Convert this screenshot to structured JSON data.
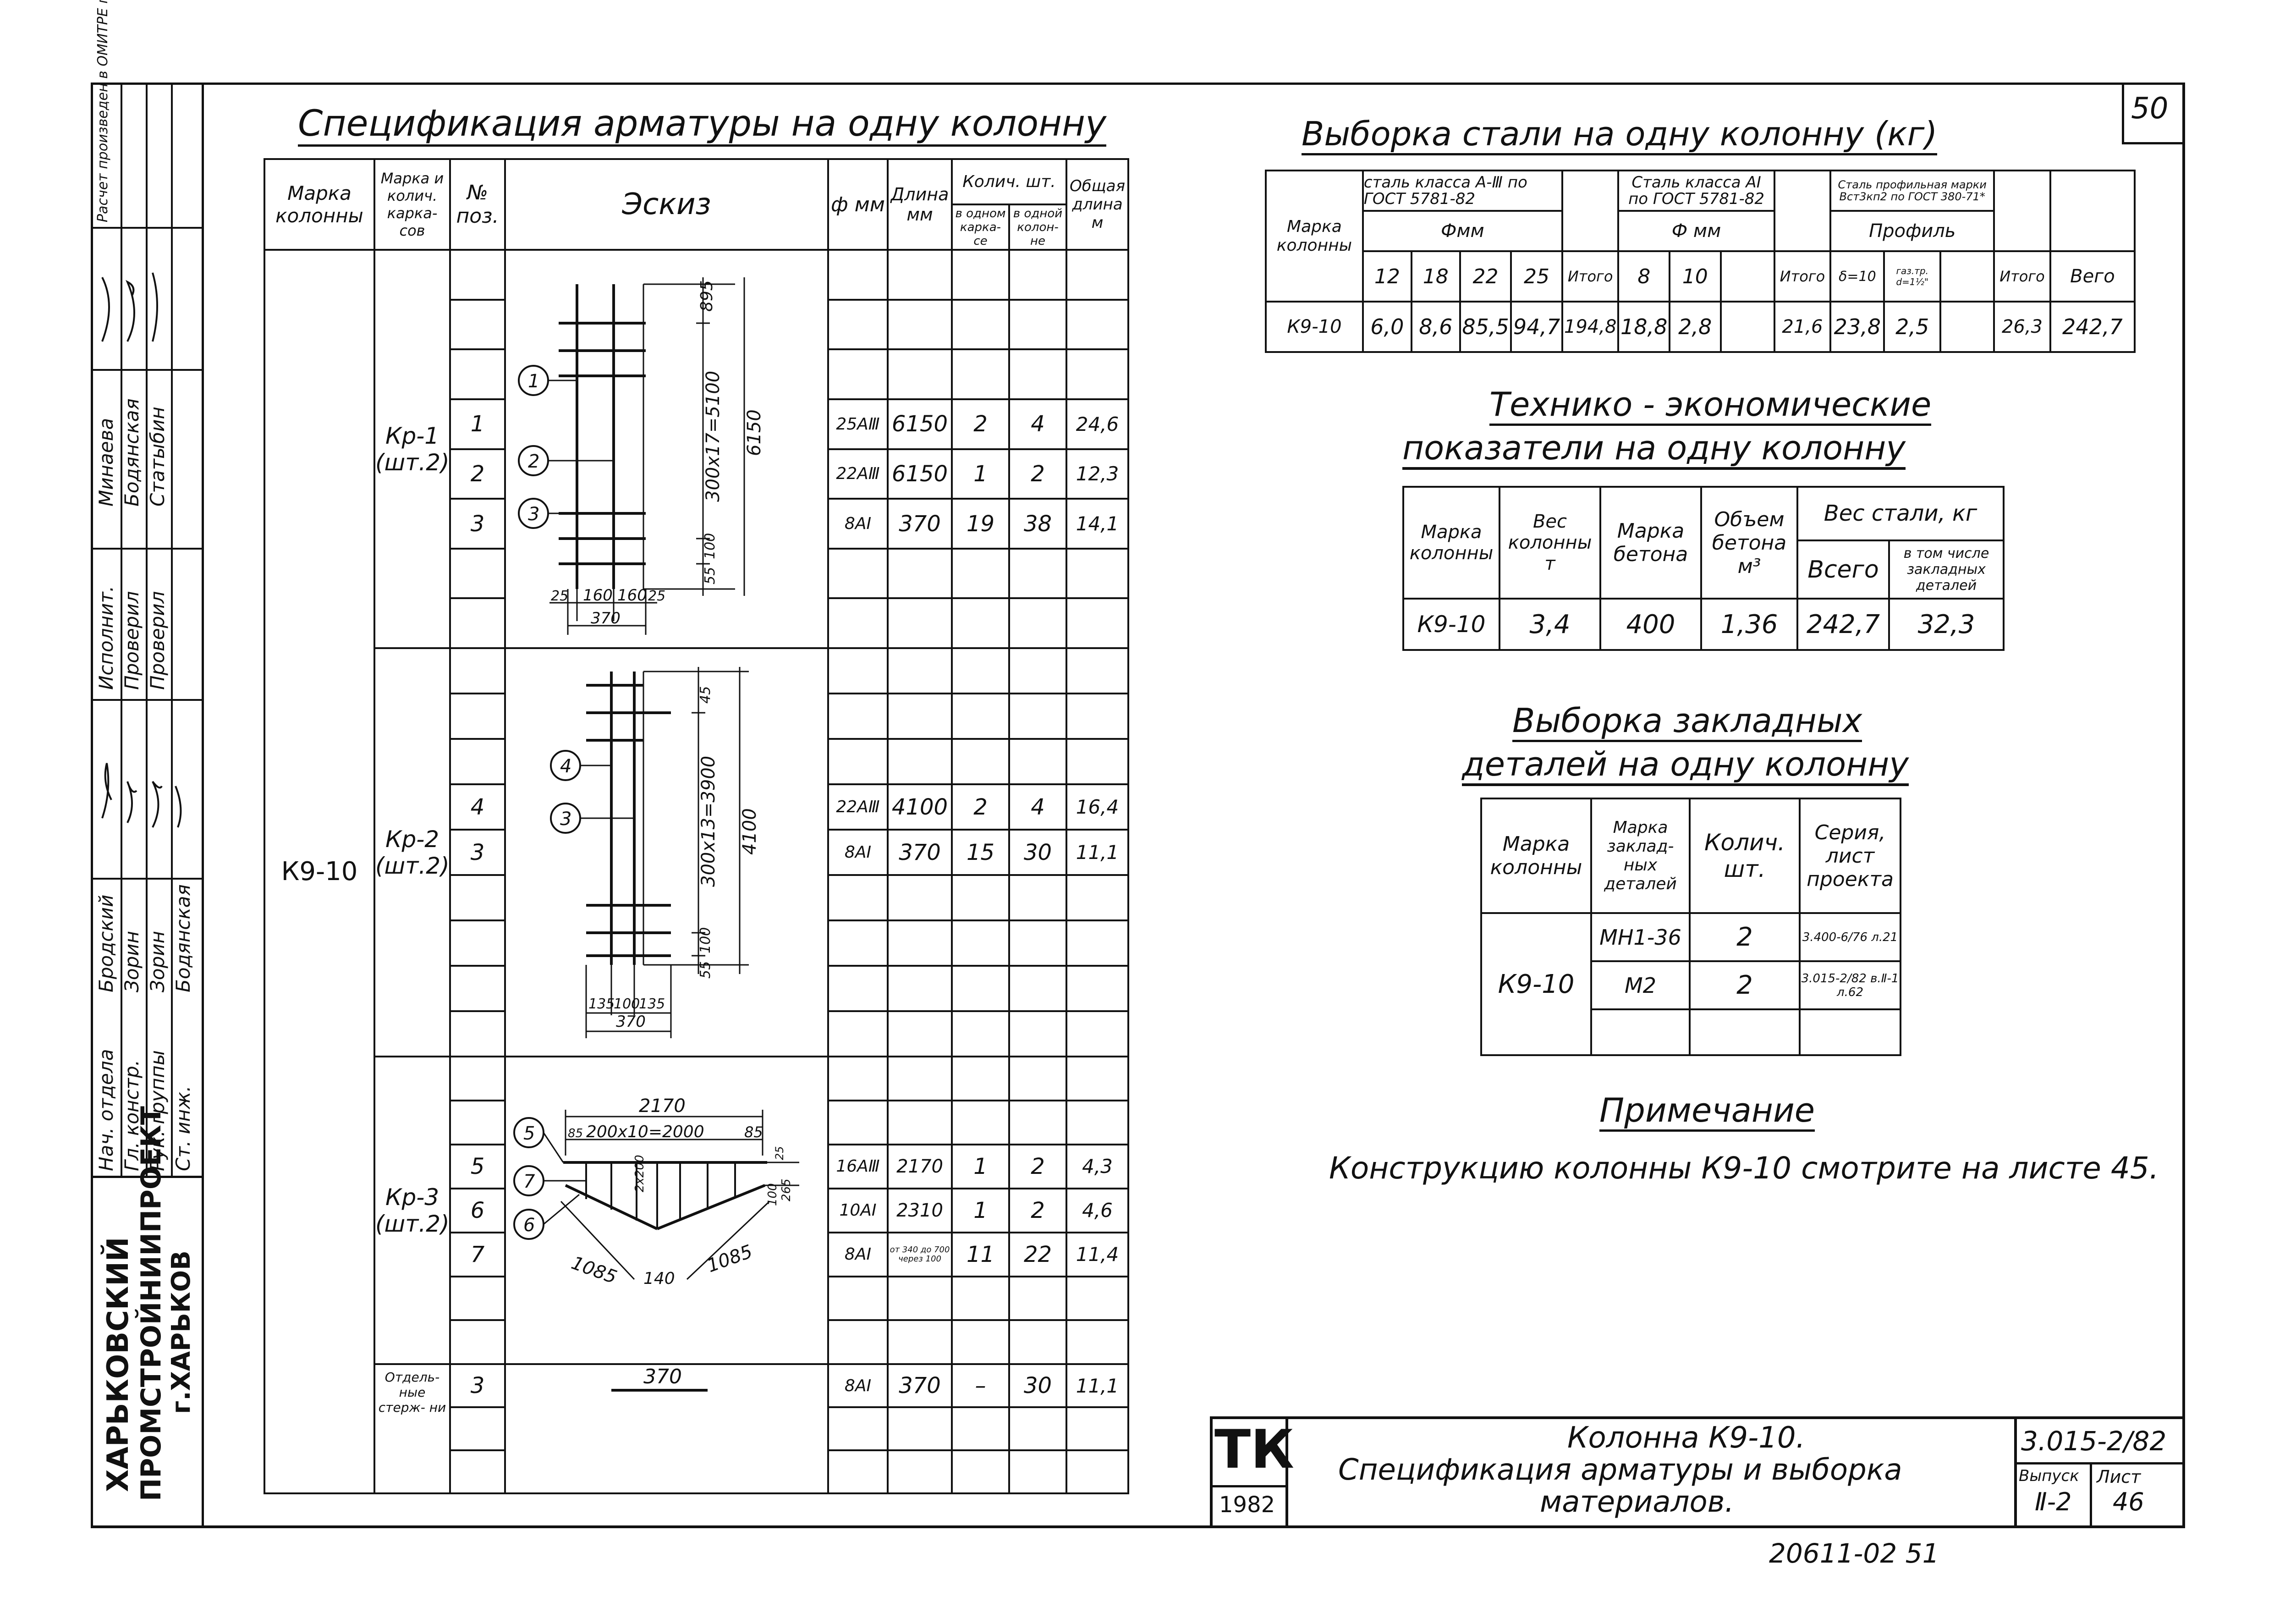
{
  "page_number": "50",
  "spec": {
    "title": "Спецификация арматуры на одну колонну",
    "headers": {
      "mark": "Марка колонны",
      "frame_mark": "Марка и колич. карка- сов",
      "pos": "№ поз.",
      "sketch": "Эскиз",
      "dia": "ф мм",
      "length": "Длина мм",
      "qty": "Колич. шт.",
      "qty_one": "в одном карка- се",
      "qty_all": "в одной колон- не",
      "total_len": "Общая длина м"
    },
    "column_mark": "К9-10",
    "groups": [
      {
        "frame": "Кр-1",
        "count": "(шт.2)",
        "rows": [
          {
            "pos": "1",
            "dia": "25АⅢ",
            "len": "6150",
            "one": "2",
            "all": "4",
            "total": "24,6"
          },
          {
            "pos": "2",
            "dia": "22АⅢ",
            "len": "6150",
            "one": "1",
            "all": "2",
            "total": "12,3"
          },
          {
            "pos": "3",
            "dia": "8АⅠ",
            "len": "370",
            "one": "19",
            "all": "38",
            "total": "14,1"
          }
        ]
      },
      {
        "frame": "Кр-2",
        "count": "(шт.2)",
        "rows": [
          {
            "pos": "4",
            "dia": "22АⅢ",
            "len": "4100",
            "one": "2",
            "all": "4",
            "total": "16,4"
          },
          {
            "pos": "3",
            "dia": "8АⅠ",
            "len": "370",
            "one": "15",
            "all": "30",
            "total": "11,1"
          }
        ]
      },
      {
        "frame": "Кр-3",
        "count": "(шт.2)",
        "rows": [
          {
            "pos": "5",
            "dia": "16АⅢ",
            "len": "2170",
            "one": "1",
            "all": "2",
            "total": "4,3"
          },
          {
            "pos": "6",
            "dia": "10АⅠ",
            "len": "2310",
            "one": "1",
            "all": "2",
            "total": "4,6"
          },
          {
            "pos": "7",
            "dia": "8АⅠ",
            "len": "от 340 до 700 через 100",
            "one": "11",
            "all": "22",
            "total": "11,4"
          }
        ]
      },
      {
        "frame": "Отдель- ные стерж- ни",
        "count": "",
        "rows": [
          {
            "pos": "3",
            "dia": "8АⅠ",
            "len": "370",
            "one": "–",
            "all": "30",
            "total": "11,1"
          }
        ]
      }
    ],
    "sketch1": {
      "callouts": [
        "1",
        "2",
        "3"
      ],
      "dims": [
        "895",
        "300х17=5100",
        "6150",
        "100",
        "55",
        "25",
        "160",
        "160",
        "25",
        "370"
      ]
    },
    "sketch2": {
      "callouts": [
        "4",
        "3"
      ],
      "dims": [
        "45",
        "300х13=3900",
        "4100",
        "100",
        "55",
        "135",
        "100",
        "135",
        "370"
      ]
    },
    "sketch3": {
      "callouts": [
        "5",
        "7",
        "6"
      ],
      "dims": [
        "2170",
        "85",
        "200х10=2000",
        "85",
        "25",
        "100",
        "265",
        "2х200",
        "1085",
        "140",
        "1085"
      ]
    },
    "sketch4": {
      "dims": [
        "370"
      ]
    }
  },
  "steel": {
    "title": "Выборка стали на одну колонну (кг)",
    "h_mark": "Марка колонны",
    "h_a3": "сталь класса А-Ⅲ по ГОСТ 5781-82",
    "h_a1": "Сталь класса АⅠ по ГОСТ 5781-82",
    "h_prof": "Сталь профильная марки Вст3кп2 по ГОСТ 380-71*",
    "h_fmm": "Фмм",
    "h_fmm2": "Ф мм",
    "h_profil": "Профиль",
    "h_itogo": "Итого",
    "h_ves": "Вего",
    "sub_a3": [
      "12",
      "18",
      "22",
      "25"
    ],
    "sub_a1": [
      "8",
      "10",
      ""
    ],
    "sub_prof": [
      "δ=10",
      "газ.тр. d=1½\"",
      ""
    ],
    "row": {
      "mark": "К9-10",
      "a3": [
        "6,0",
        "8,6",
        "85,5",
        "94,7"
      ],
      "a3_total": "194,8",
      "a1": [
        "18,8",
        "2,8",
        ""
      ],
      "a1_total": "21,6",
      "prof": [
        "23,8",
        "2,5",
        ""
      ],
      "prof_total": "26,3",
      "weight": "242,7"
    }
  },
  "tech": {
    "title1": "Технико - экономические",
    "title2": "показатели на одну колонну",
    "h_mark": "Марка колонны",
    "h_weight": "Вес колонны т",
    "h_concrete": "Марка бетона",
    "h_volume": "Объем бетона м³",
    "h_steel": "Вес стали, кг",
    "h_all": "Всего",
    "h_emb": "в том числе закладных деталей",
    "row": [
      "К9-10",
      "3,4",
      "400",
      "1,36",
      "242,7",
      "32,3"
    ]
  },
  "embedded": {
    "title1": "Выборка закладных",
    "title2": "деталей на одну колонну",
    "h_mark": "Марка колонны",
    "h_detail": "Марка заклад- ных деталей",
    "h_qty": "Колич. шт.",
    "h_series": "Серия, лист проекта",
    "col_mark": "К9-10",
    "rows": [
      {
        "detail": "МН1-36",
        "qty": "2",
        "series": "3.400-6/76 л.21"
      },
      {
        "detail": "М2",
        "qty": "2",
        "series": "3.015-2/82 в.Ⅱ-1 л.62"
      }
    ]
  },
  "note": {
    "title": "Примечание",
    "text": "Конструкцию колонны К9-10 смотрите на листе 45."
  },
  "titleblock": {
    "logo": "ТК",
    "year": "1982",
    "name1": "Колонна К9-10.",
    "name2": "Спецификация арматуры и выборка",
    "name3": "материалов.",
    "code": "3.015-2/82",
    "vyp_label": "Выпуск",
    "vyp": "Ⅱ-2",
    "list_label": "Лист",
    "list": "46",
    "stamp": "20611-02  51"
  },
  "side": {
    "org1": "ХАРЬКОВСКИЙ",
    "org2": "ПРОМСТРОЙНИИПРОЕКТ",
    "org3": "г.ХАРЬКОВ",
    "roles": [
      "Нач. отдела",
      "Гл. констр.",
      "Рук. группы",
      "Ст. инж.",
      "Исполнит.",
      "Проверил",
      "Проверил",
      "Расчет произведен в ОМИТРЕ по программе КВС"
    ],
    "names": [
      "Бродский",
      "Зорин",
      "Зорин",
      "Бодянская",
      "Минаева",
      "Бодянская",
      "Статыбин"
    ]
  }
}
